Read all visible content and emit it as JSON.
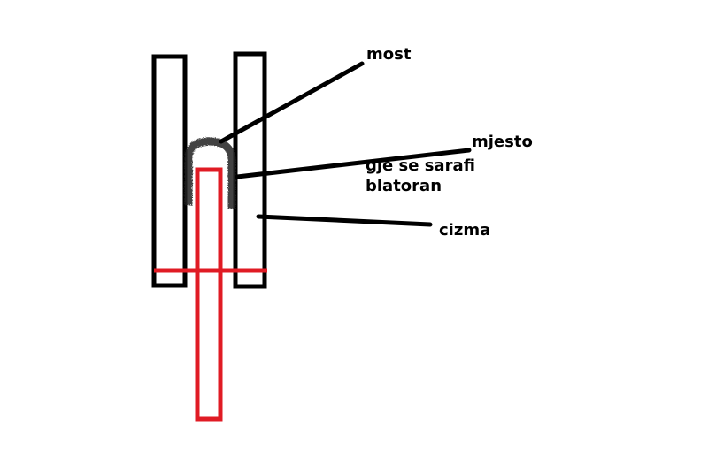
{
  "labels": {
    "most": "most",
    "mjesto_line1": "mjesto",
    "mjesto_line2": "gje se sarafi",
    "mjesto_line3": "blatoran",
    "cizma": "cizma"
  },
  "colors": {
    "outline": "#000000",
    "red_part": "#e01b24",
    "background": "#ffffff"
  }
}
